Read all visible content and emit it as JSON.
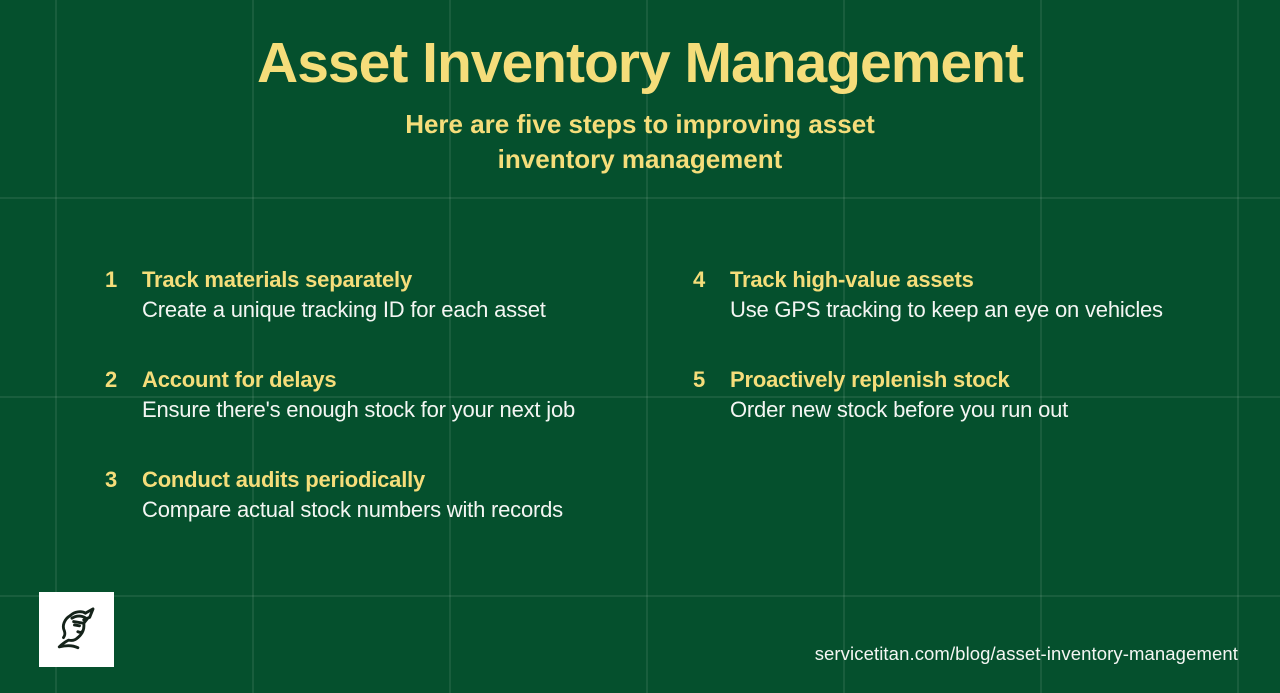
{
  "theme": {
    "bg_green": "#05502D",
    "grid_line": "rgba(255,255,255,0.08)",
    "accent_yellow": "#F5DD7A",
    "text_white": "#F4F6F3",
    "logo_bg": "#FFFFFF",
    "logo_ink": "#15231A"
  },
  "header": {
    "title": "Asset Inventory Management",
    "subtitle_line1": "Here are five steps to improving asset",
    "subtitle_line2": "inventory management"
  },
  "steps": [
    {
      "number": "1",
      "title": "Track materials separately",
      "description": "Create a unique tracking ID for each asset"
    },
    {
      "number": "2",
      "title": "Account for delays",
      "description": "Ensure there's enough stock for your next job"
    },
    {
      "number": "3",
      "title": "Conduct audits periodically",
      "description": "Compare actual stock numbers with records"
    },
    {
      "number": "4",
      "title": "Track high-value assets",
      "description": "Use GPS tracking to keep an eye on vehicles"
    },
    {
      "number": "5",
      "title": "Proactively replenish stock",
      "description": "Order new stock before you run out"
    }
  ],
  "footer": {
    "url": "servicetitan.com/blog/asset-inventory-management",
    "logo_name": "servicetitan-titan-head-logo"
  }
}
